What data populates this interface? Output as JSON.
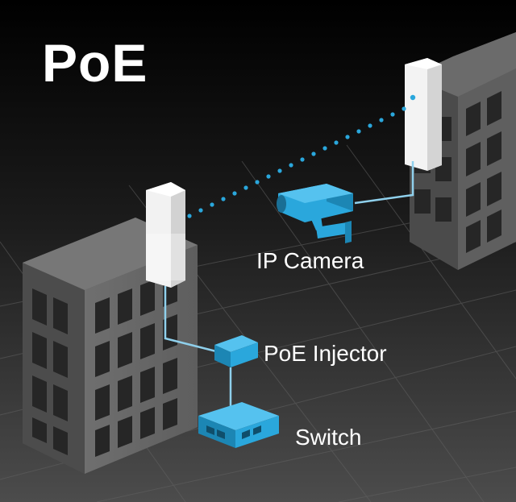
{
  "title": "PoE",
  "labels": {
    "camera": "IP Camera",
    "injector": "PoE Injector",
    "switch": "Switch"
  },
  "colors": {
    "background_top": "#000000",
    "background_bottom": "#4a4a4a",
    "accent_blue": "#2aa7dc",
    "cable": "#8fd0ec",
    "building_dark": "#3c3c3c",
    "building_light": "#6a6a6a",
    "window": "#2e2e2e",
    "radio_unit": "#f2f2f2"
  }
}
